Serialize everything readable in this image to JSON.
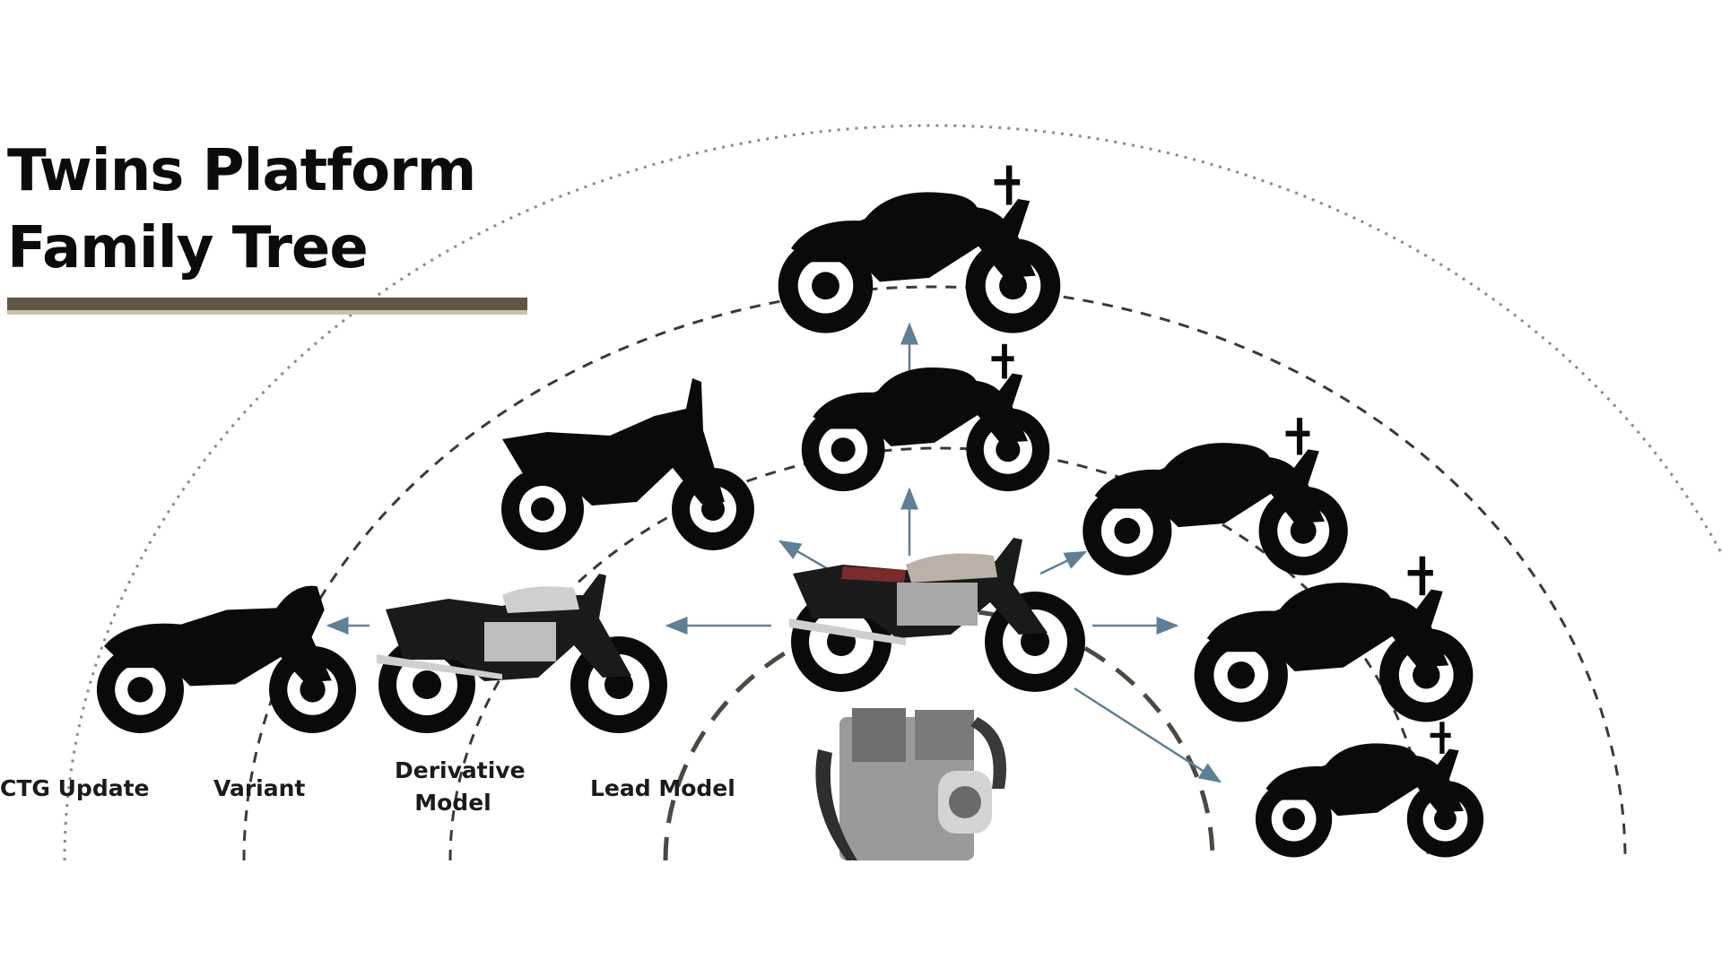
{
  "title": {
    "line1": "Twins Platform",
    "line2": "Family Tree"
  },
  "ring_labels": {
    "ctg_update": "CTG Update",
    "variant": "Variant",
    "derivative_line1": "Derivative",
    "derivative_line2": "Model",
    "lead_model": "Lead Model"
  },
  "colors": {
    "background": "#ffffff",
    "title_text": "#0b0b0b",
    "rule_dark": "#5d5743",
    "rule_light": "#c9c1a6",
    "ring_dotted": "#8a8a8a",
    "ring_dashed": "#3a3a3a",
    "arrow": "#5f7f95",
    "silhouette": "#0a0a0a",
    "lead_bike_tank": "#b9b2a8",
    "lead_bike_red": "#7a2b2b",
    "chrome": "#cfcfcf"
  },
  "icons": {
    "engine": "engine-icon",
    "motorcycle": "motorcycle-icon"
  }
}
